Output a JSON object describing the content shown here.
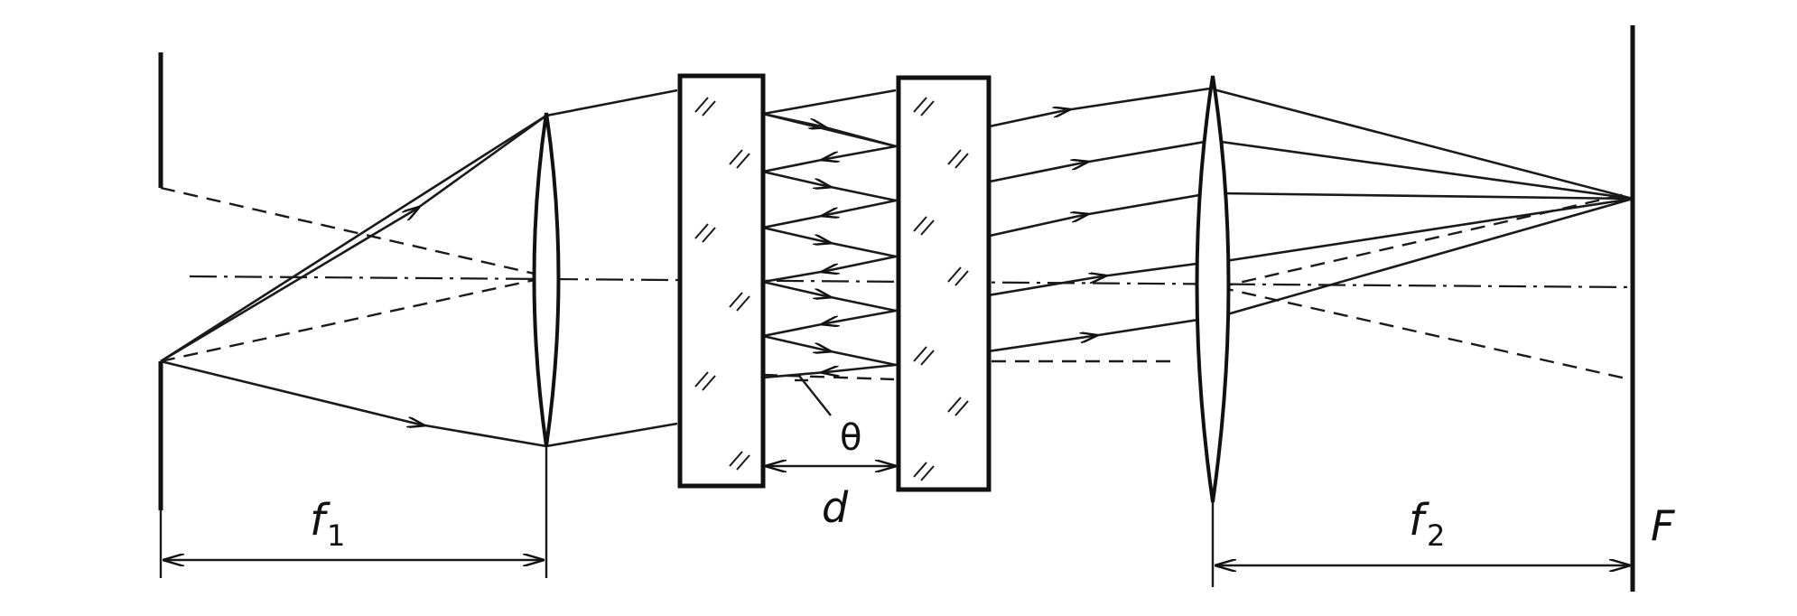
{
  "labels": {
    "f1_symbol": "f",
    "f1_subscript": "1",
    "f2_symbol": "f",
    "f2_subscript": "2",
    "d": "d",
    "theta": "θ",
    "F": "F"
  },
  "colors": {
    "ink": "#111111",
    "background": "#ffffff"
  }
}
